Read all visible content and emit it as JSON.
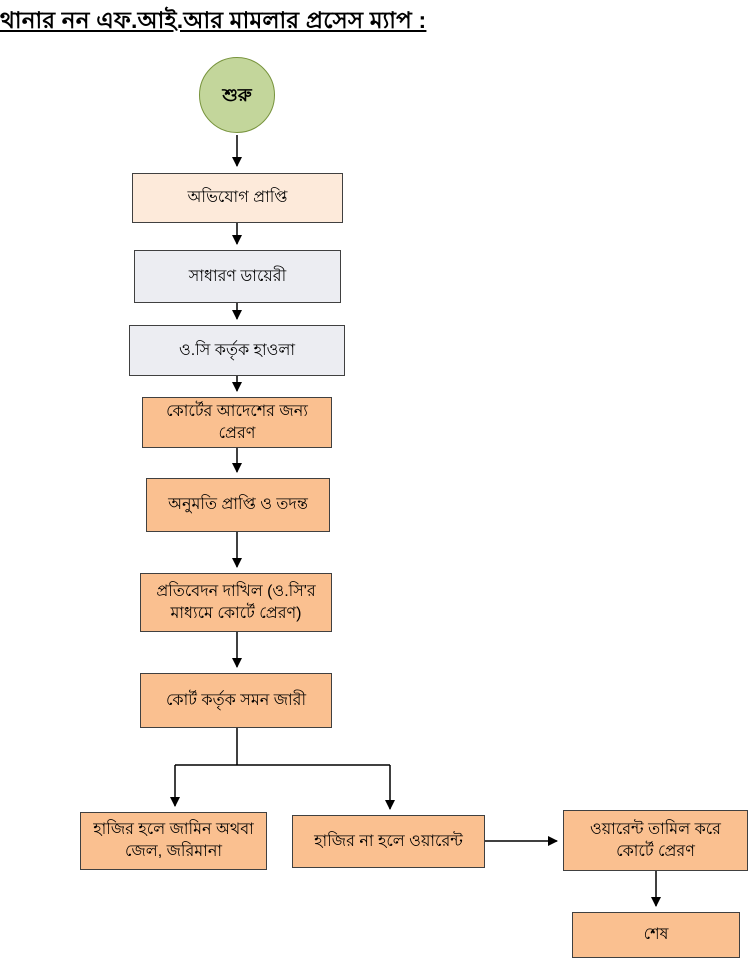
{
  "title": "থানার নন এফ.আই.আর মামলার প্রসেস ম্যাপ  :",
  "nodes": {
    "start": {
      "label": "শুরু",
      "shape": "circle"
    },
    "complaint": {
      "label": "অভিযোগ প্রাপ্তি",
      "shape": "box"
    },
    "general_diary": {
      "label": "সাধারণ ডায়েরী",
      "shape": "box"
    },
    "oc_handover": {
      "label": "ও.সি কর্তৃক হাওলা",
      "shape": "box"
    },
    "send_for_court_order": {
      "label": "কোর্টের আদেশের জন্য প্রেরণ",
      "shape": "box"
    },
    "permission_and_investigation": {
      "label": "অনুমতি প্রাপ্তি ও তদন্ত",
      "shape": "box"
    },
    "report_submission": {
      "label": "প্রতিবেদন দাখিল (ও.সি'র মাধ্যমে কোর্টে প্রেরণ)",
      "shape": "box"
    },
    "court_summons": {
      "label": "কোর্ট কর্তৃক সমন জারী",
      "shape": "box"
    },
    "appear_bail_jail_fine": {
      "label": "হাজির হলে জামিন অথবা জেল, জরিমানা",
      "shape": "box"
    },
    "not_appear_warrant": {
      "label": "হাজির না হলে ওয়ারেন্ট",
      "shape": "box"
    },
    "warrant_execution": {
      "label": "ওয়ারেন্ট তামিল করে কোর্টে প্রেরণ",
      "shape": "box"
    },
    "end": {
      "label": "শেষ",
      "shape": "box"
    }
  },
  "flow": [
    "start -> complaint",
    "complaint -> general_diary",
    "general_diary -> oc_handover",
    "oc_handover -> send_for_court_order",
    "send_for_court_order -> permission_and_investigation",
    "permission_and_investigation -> report_submission",
    "report_submission -> court_summons",
    "court_summons -> appear_bail_jail_fine",
    "court_summons -> not_appear_warrant",
    "not_appear_warrant -> warrant_execution",
    "warrant_execution -> end"
  ],
  "colors": {
    "start_fill": "#c3d69b",
    "start_border": "#77933c",
    "light_box_fill": "#fdeada",
    "gray_box_fill": "#ecedf2",
    "orange_box_fill": "#fac090",
    "box_border": "#404040",
    "connector": "#000000"
  }
}
